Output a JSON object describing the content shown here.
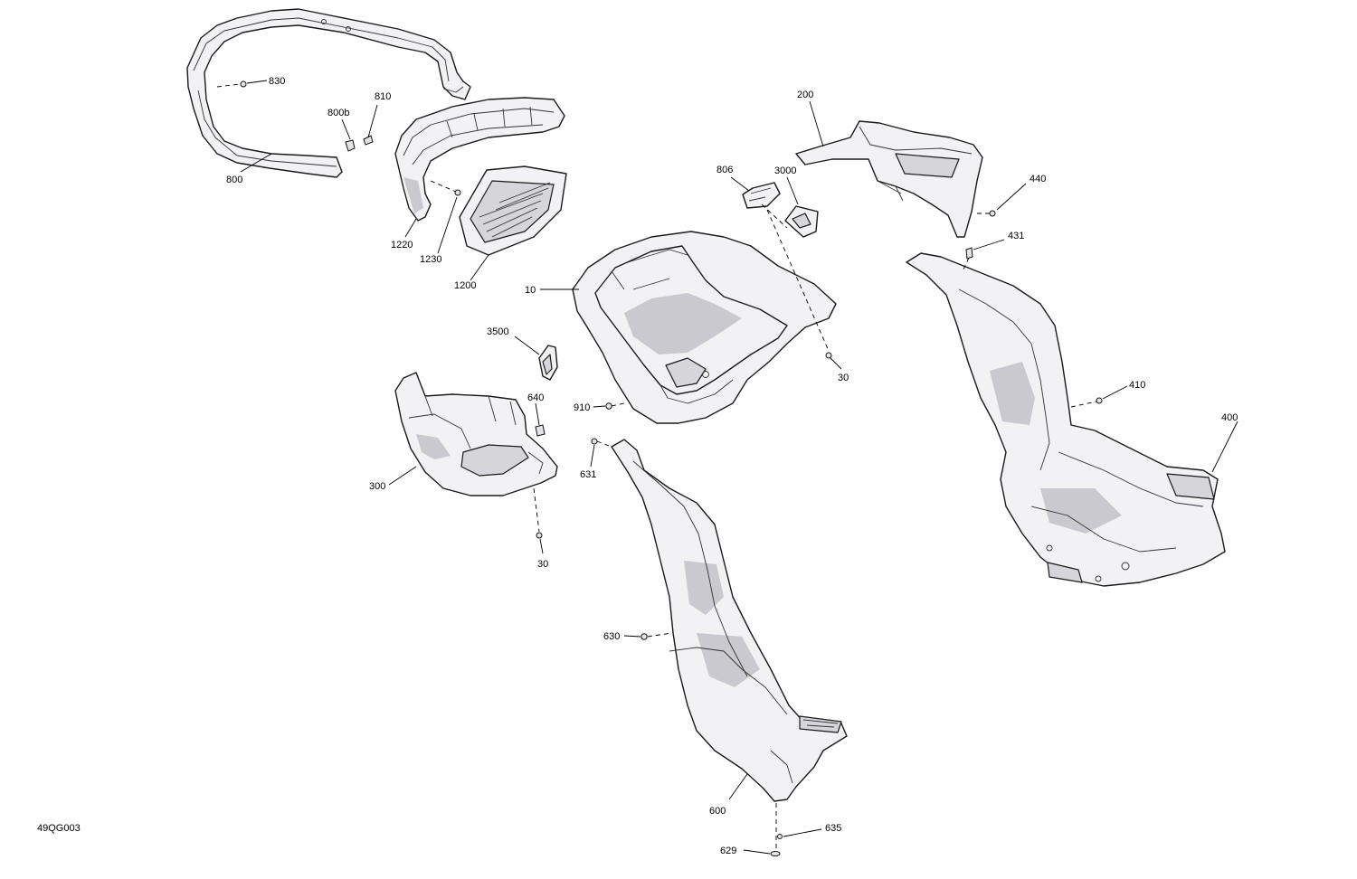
{
  "drawing_code": "49QG003",
  "callouts": {
    "c830": "830",
    "c810": "810",
    "c800b": "800b",
    "c800": "800",
    "c1220": "1220",
    "c1230": "1230",
    "c1200": "1200",
    "c200": "200",
    "c806": "806",
    "c3000": "3000",
    "c440": "440",
    "c431": "431",
    "c10": "10",
    "c30a": "30",
    "c3500": "3500",
    "c640": "640",
    "c910": "910",
    "c631": "631",
    "c300": "300",
    "c30b": "30",
    "c410": "410",
    "c400": "400",
    "c630": "630",
    "c600": "600",
    "c635": "635",
    "c629": "629"
  }
}
